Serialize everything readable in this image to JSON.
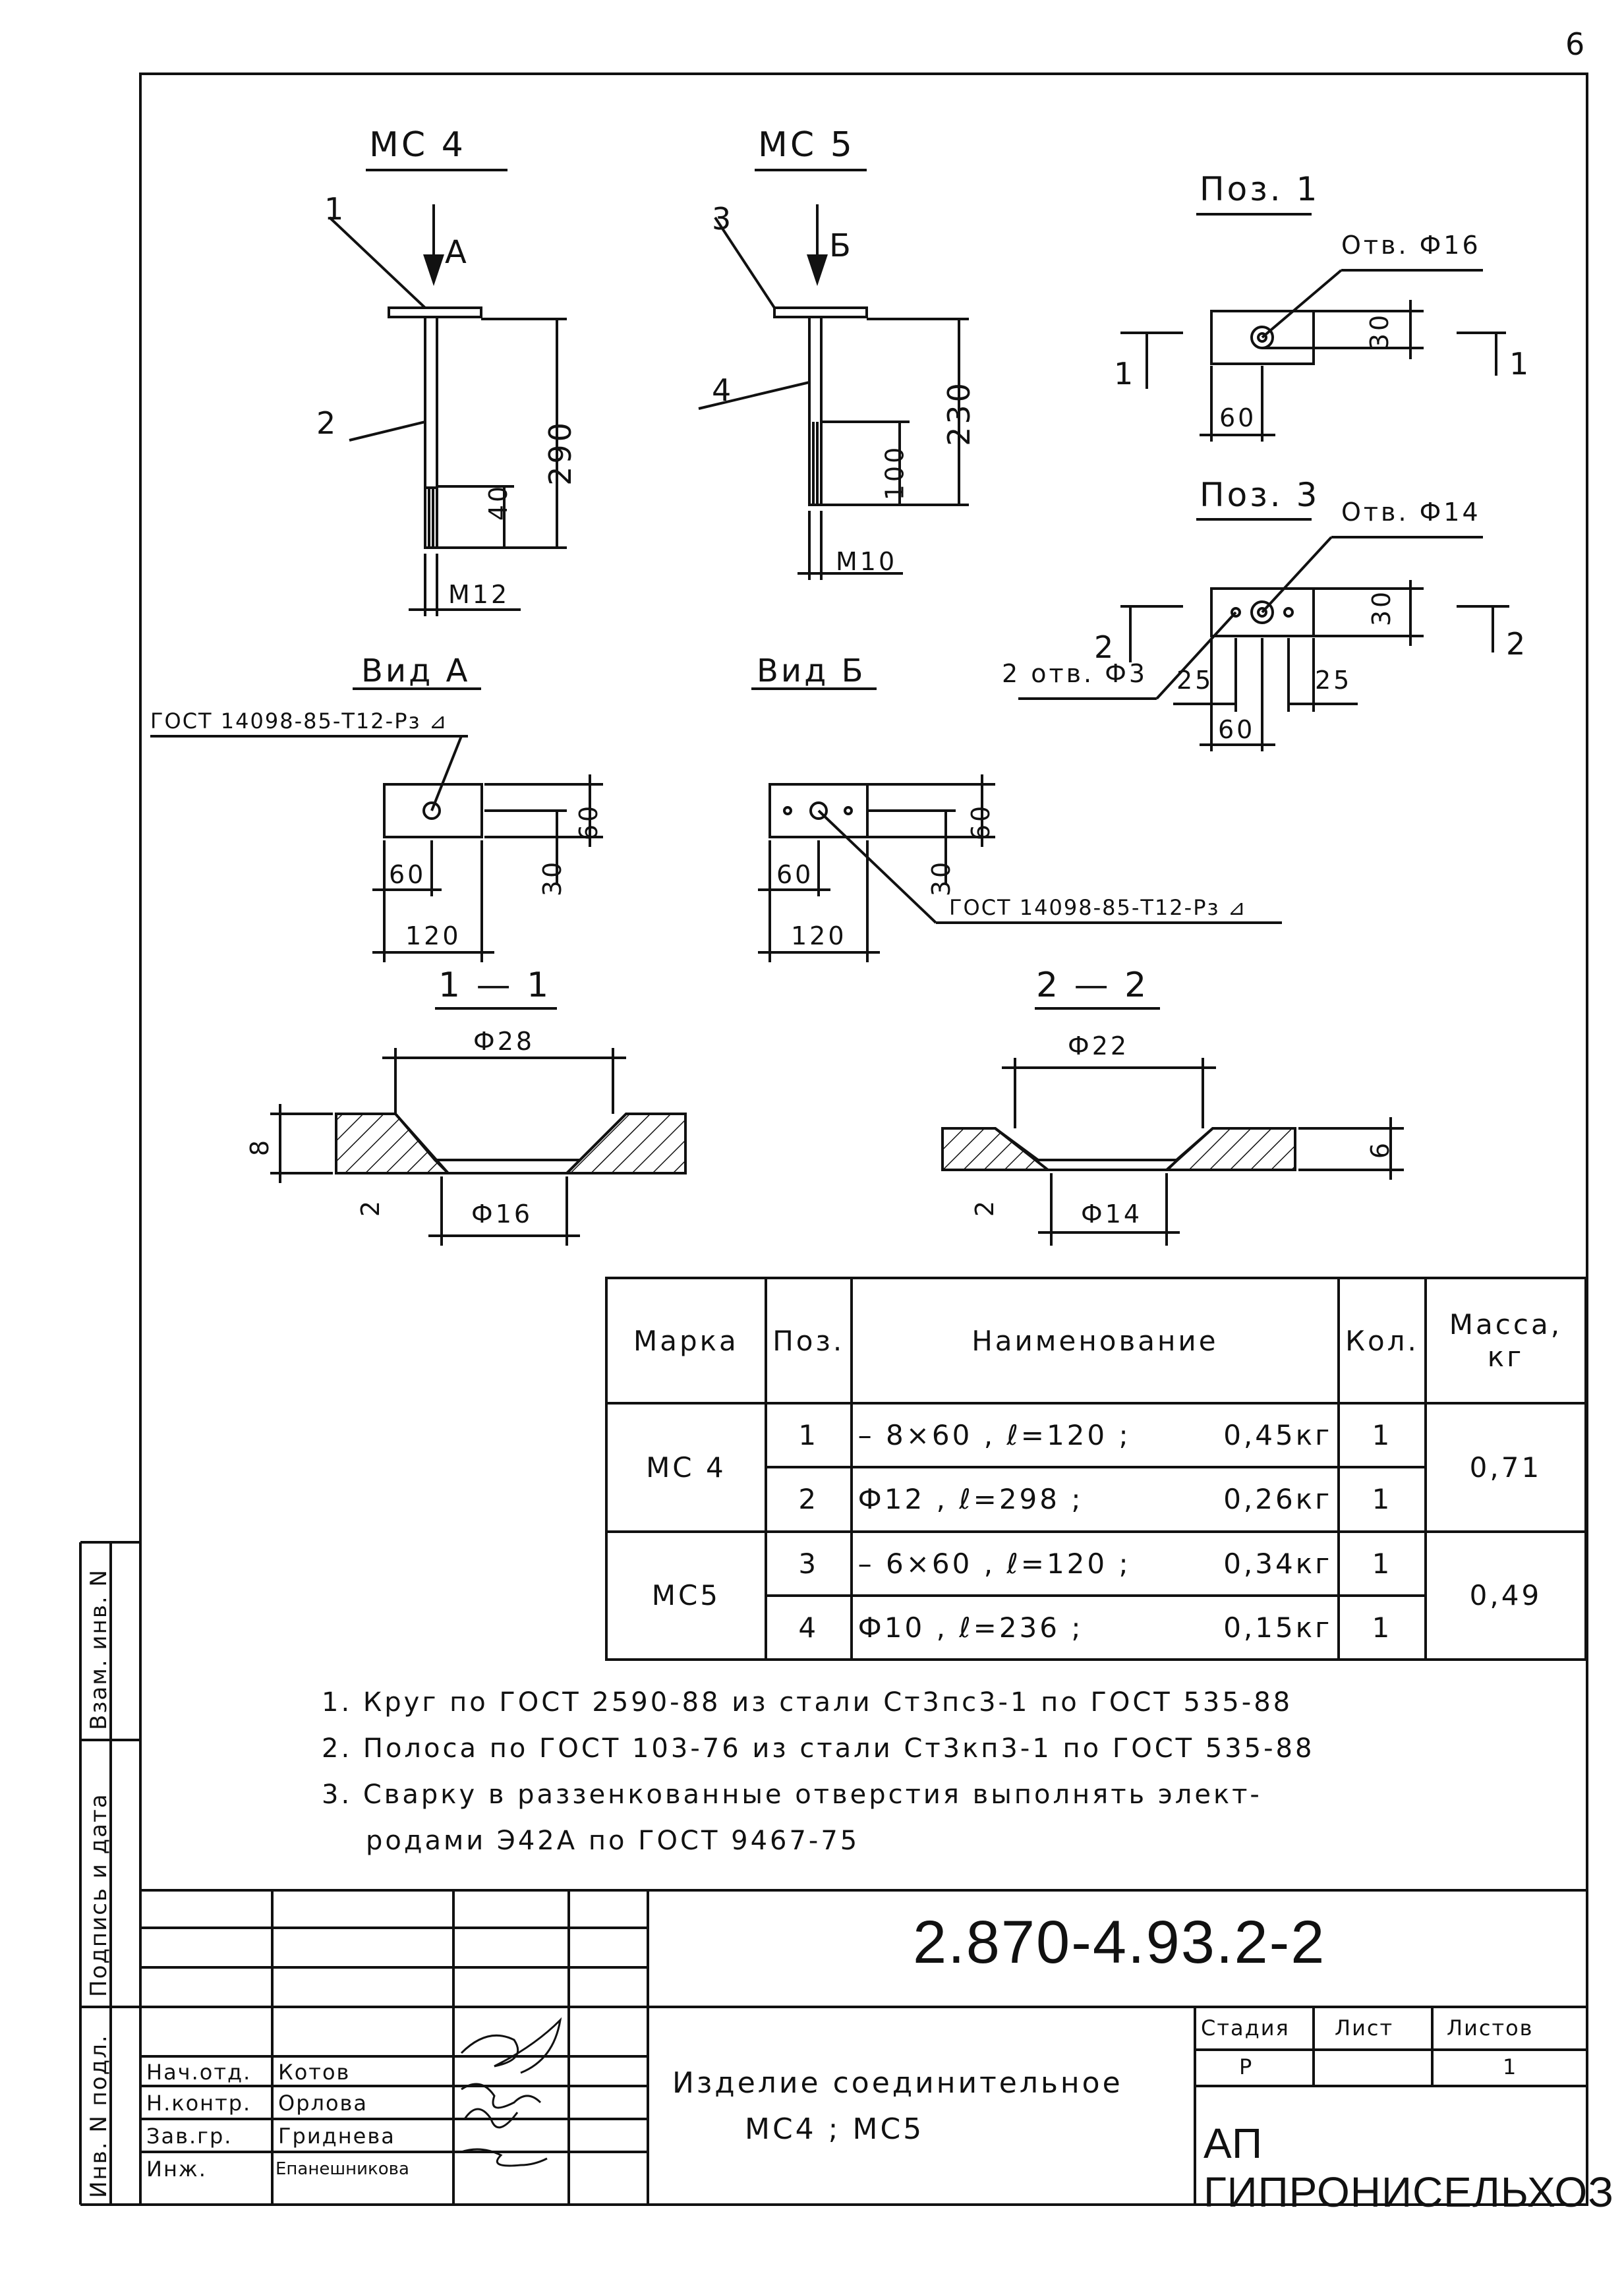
{
  "sheet_number": "6",
  "views": {
    "mc4_title": "МС 4",
    "mc5_title": "МС 5",
    "poz1_title": "Поз. 1",
    "poz3_title": "Поз. 3",
    "vid_a_title": "Вид А",
    "vid_b_title": "Вид Б",
    "section_1_title": "1 — 1",
    "section_2_title": "2 — 2"
  },
  "callouts": {
    "mc4_pos1": "1",
    "mc4_pos2": "2",
    "mc4_arrow": "А",
    "mc5_pos3": "3",
    "mc5_pos4": "4",
    "mc5_arrow": "Б",
    "hole16": "Отв. Ф16",
    "hole14": "Отв. Ф14",
    "holes3": "2 отв. Ф3",
    "weld_note_a": "ГОСТ 14098-85-Т12-Рз ⊿",
    "weld_note_b": "ГОСТ 14098-85-Т12-Рз ⊿",
    "cut1_left": "1",
    "cut1_right": "1",
    "cut2_left": "2",
    "cut2_right": "2"
  },
  "dimensions": {
    "mc4_290": "290",
    "mc4_40": "40",
    "mc4_m12": "М12",
    "mc5_230": "230",
    "mc5_100": "100",
    "mc5_m10": "М10",
    "poz1_30": "30",
    "poz1_60": "60",
    "poz3_30": "30",
    "poz3_25a": "25",
    "poz3_25b": "25",
    "poz3_60": "60",
    "va_60": "60",
    "va_30": "30",
    "va_60b": "60",
    "va_120": "120",
    "vb_60": "60",
    "vb_30": "30",
    "vb_60b": "60",
    "vb_120": "120",
    "s1_d28": "Ф28",
    "s1_d16": "Ф16",
    "s1_8": "8",
    "s1_2": "2",
    "s2_d22": "Ф22",
    "s2_d14": "Ф14",
    "s2_6": "6",
    "s2_2": "2"
  },
  "spec_table": {
    "headers": [
      "Марка",
      "Поз.",
      "Наименование",
      "Кол.",
      "Масса, кг"
    ],
    "rows": [
      {
        "mark": "МС 4",
        "pos": "1",
        "name": "– 8×60 , ℓ=120 ;",
        "part_mass": "0,45кг",
        "qty": "1",
        "mass": "0,71"
      },
      {
        "mark": "",
        "pos": "2",
        "name": "Ф12 , ℓ=298 ;",
        "part_mass": "0,26кг",
        "qty": "1",
        "mass": ""
      },
      {
        "mark": "МС5",
        "pos": "3",
        "name": "– 6×60 , ℓ=120 ;",
        "part_mass": "0,34кг",
        "qty": "1",
        "mass": "0,49"
      },
      {
        "mark": "",
        "pos": "4",
        "name": "Ф10 , ℓ=236 ;",
        "part_mass": "0,15кг",
        "qty": "1",
        "mass": ""
      }
    ]
  },
  "notes": [
    "1. Круг по ГОСТ 2590-88 из стали Ст3пс3-1 по ГОСТ 535-88",
    "2. Полоса по ГОСТ 103-76 из стали Ст3кп3-1 по ГОСТ 535-88",
    "3. Сварку в раззенкованные отверстия выполнять элект-",
    "родами Э42А по ГОСТ 9467-75"
  ],
  "title_block": {
    "doc_code": "2.870-4.93.2-2",
    "product_name_line1": "Изделие соединительное",
    "product_name_line2": "МС4 ; МС5",
    "stage_label": "Стадия",
    "sheet_label": "Лист",
    "sheets_label": "Листов",
    "stage_value": "Р",
    "sheet_value": "",
    "sheets_value": "1",
    "organization": "АП ГИПРОНИСЕЛЬХОЗ",
    "staff": [
      {
        "role": "Нач.отд.",
        "name": "Котов"
      },
      {
        "role": "Н.контр.",
        "name": "Орлова"
      },
      {
        "role": "Зав.гр.",
        "name": "Гриднева"
      },
      {
        "role": "Инж.",
        "name": "Епанешникова"
      }
    ]
  },
  "side_stamps": {
    "inv_vzam": "Взам. инв. N",
    "podpis_data": "Подпись и дата",
    "inv_podl": "Инв. N подл."
  }
}
